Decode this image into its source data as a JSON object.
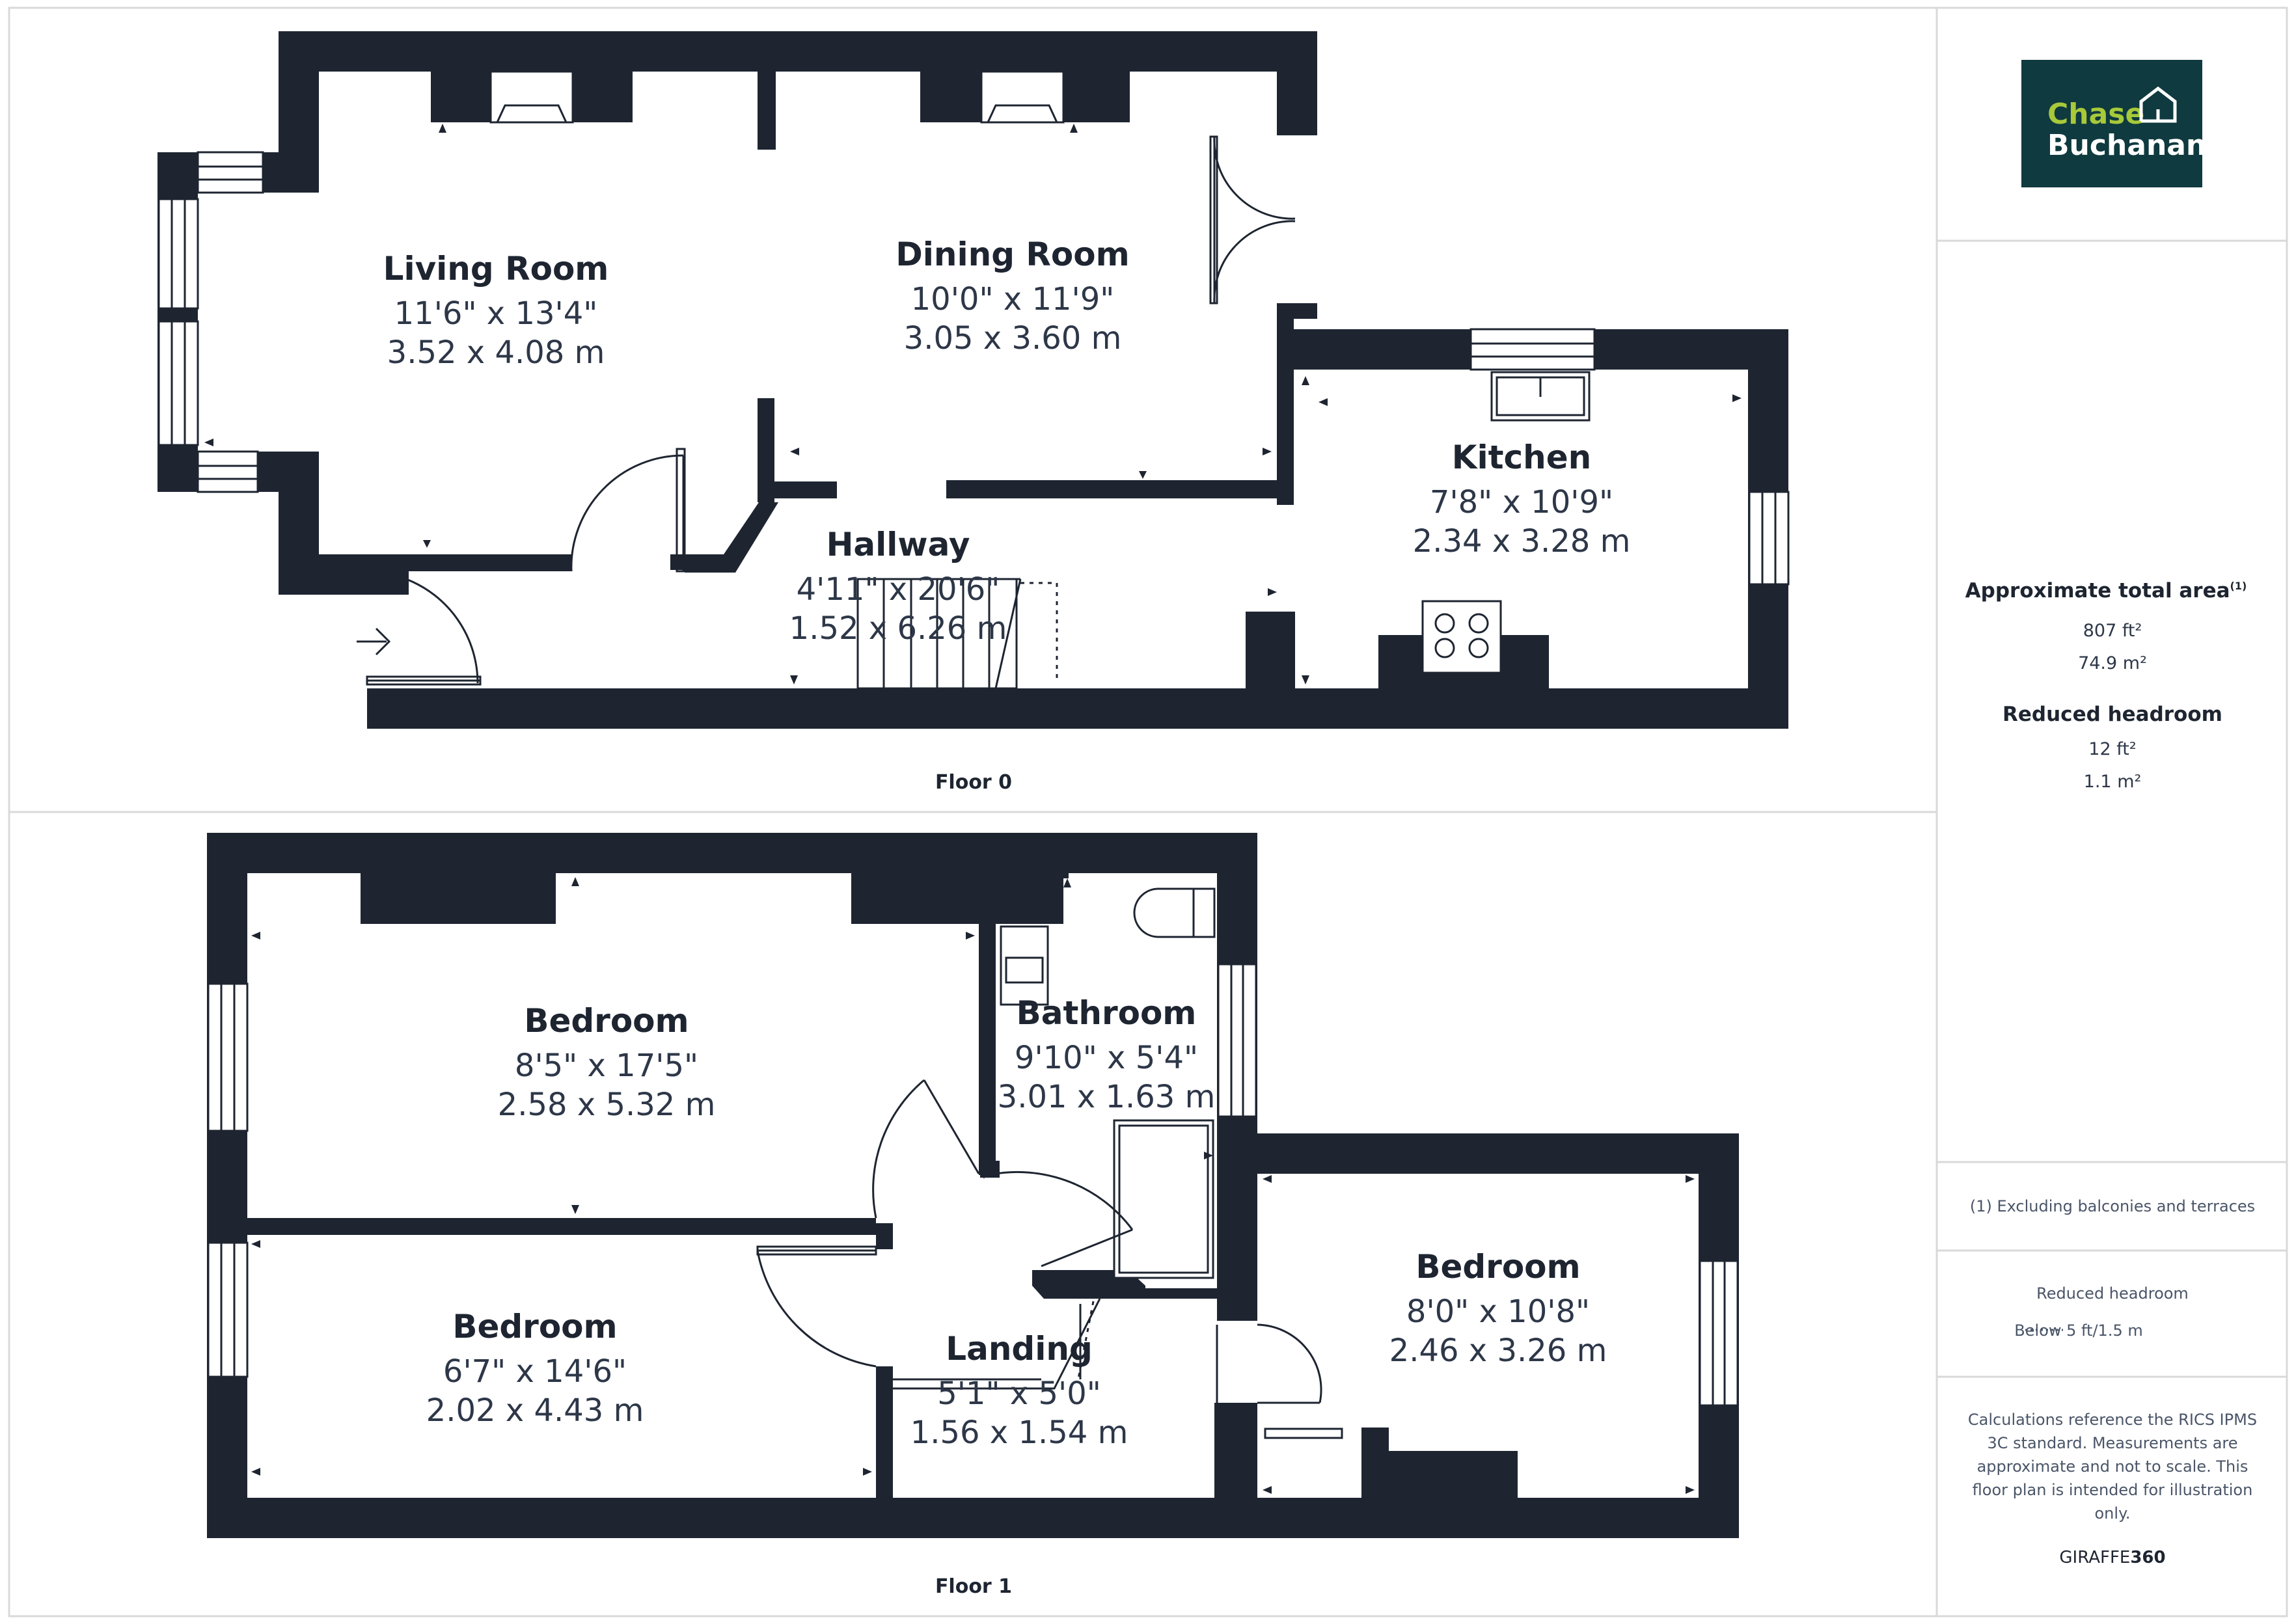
{
  "floors": [
    {
      "label": "Floor 0",
      "rooms": [
        {
          "name": "Living Room",
          "imperial": "11'6\" x 13'4\"",
          "metric": "3.52 x 4.08 m"
        },
        {
          "name": "Dining Room",
          "imperial": "10'0\" x 11'9\"",
          "metric": "3.05 x 3.60 m"
        },
        {
          "name": "Kitchen",
          "imperial": "7'8\" x 10'9\"",
          "metric": "2.34 x 3.28 m"
        },
        {
          "name": "Hallway",
          "imperial": "4'11\" x 20'6\"",
          "metric": "1.52 x 6.26 m"
        }
      ]
    },
    {
      "label": "Floor 1",
      "rooms": [
        {
          "name": "Bedroom",
          "imperial": "8'5\" x 17'5\"",
          "metric": "2.58 x 5.32 m"
        },
        {
          "name": "Bathroom",
          "imperial": "9'10\" x 5'4\"",
          "metric": "3.01 x 1.63 m"
        },
        {
          "name": "Bedroom",
          "imperial": "6'7\" x 14'6\"",
          "metric": "2.02 x 4.43 m"
        },
        {
          "name": "Landing",
          "imperial": "5'1\" x 5'0\"",
          "metric": "1.56 x 1.54 m"
        },
        {
          "name": "Bedroom",
          "imperial": "8'0\" x 10'8\"",
          "metric": "2.46 x 3.26 m"
        }
      ]
    }
  ],
  "logo": {
    "line1": "Chase",
    "line2": "Buchanan",
    "bg_color": "#0f3a3f",
    "accent_color": "#a7c93a"
  },
  "area": {
    "title": "Approximate total area",
    "title_sup": "(1)",
    "ft2": "807 ft²",
    "m2": "74.9 m²",
    "reduced_title": "Reduced headroom",
    "reduced_ft2": "12 ft²",
    "reduced_m2": "1.1 m²"
  },
  "notes": {
    "exclusion": "(1) Excluding balconies and terraces",
    "legend_title": "Reduced headroom",
    "legend_item": "Below 5 ft/1.5 m",
    "disclaimer": [
      "Calculations reference the RICS IPMS",
      "3C standard. Measurements are",
      "approximate and not to scale. This",
      "floor plan is intended for illustration",
      "only."
    ],
    "brand_prefix": "GIRAFFE",
    "brand_suffix": "360"
  },
  "colors": {
    "wall": "#1e2531",
    "border": "#d9d9d9"
  }
}
